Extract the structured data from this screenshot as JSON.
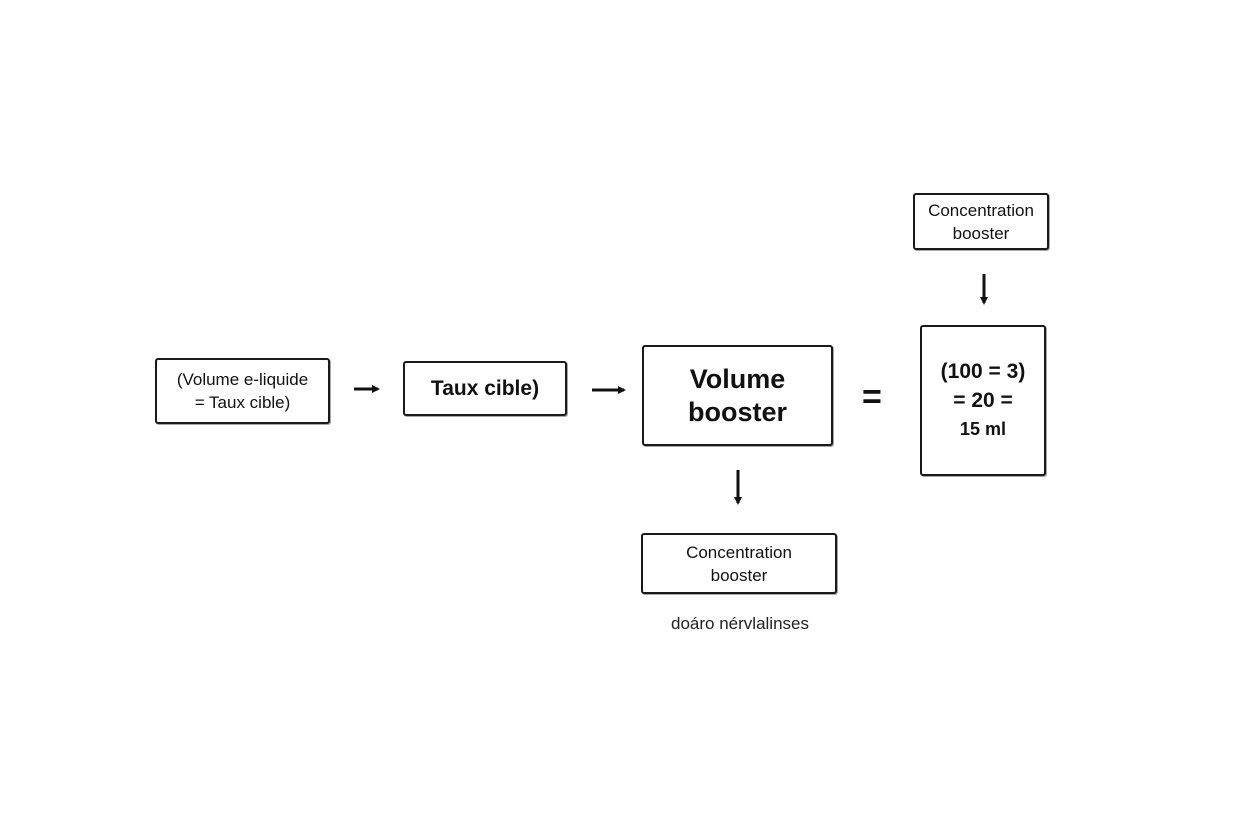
{
  "diagram": {
    "volume_eliquide_box": {
      "line1": "(Volume e-liquide",
      "line2": "= Taux cible)"
    },
    "taux_cible_box": {
      "label": "Taux cible)"
    },
    "volume_booster_box": {
      "line1": "Volume",
      "line2": "booster"
    },
    "equals_sign": "=",
    "result_box": {
      "line1": "(100 = 3)",
      "line2": "= 20 =",
      "line3": "15 ml"
    },
    "concentration_top_box": {
      "line1": "Concentration",
      "line2": "booster"
    },
    "concentration_bottom_box": {
      "line1": "Concentration",
      "line2": "booster"
    },
    "caption": "doáro nérvlalinses"
  }
}
